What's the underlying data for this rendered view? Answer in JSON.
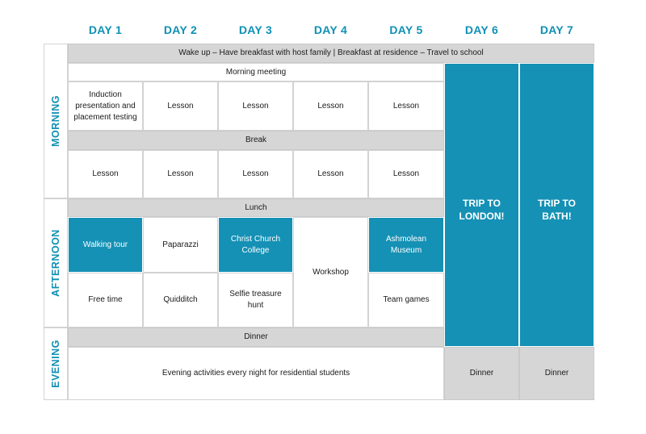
{
  "days": [
    "DAY 1",
    "DAY 2",
    "DAY 3",
    "DAY 4",
    "DAY 5",
    "DAY 6",
    "DAY 7"
  ],
  "periods": {
    "morning": "MORNING",
    "afternoon": "AFTERNOON",
    "evening": "EVENING"
  },
  "schedule": {
    "wake_up": "Wake up – Have breakfast with host family | Breakfast at residence – Travel to school",
    "morning_meeting": "Morning meeting",
    "morning_row1": [
      "Induction presentation and placement testing",
      "Lesson",
      "Lesson",
      "Lesson",
      "Lesson"
    ],
    "break": "Break",
    "morning_row2": [
      "Lesson",
      "Lesson",
      "Lesson",
      "Lesson",
      "Lesson"
    ],
    "lunch": "Lunch",
    "afternoon_row1": [
      "Walking tour",
      "Paparazzi",
      "Christ Church College",
      "Workshop",
      "Ashmolean Museum"
    ],
    "afternoon_row2": [
      "Free time",
      "Quidditch",
      "Selfie treasure hunt",
      "Team games"
    ],
    "dinner": "Dinner",
    "evening_activities": "Evening activities every night for residential students",
    "trip_day6": "TRIP TO LONDON!",
    "trip_day7": "TRIP TO BATH!",
    "dinner_day6": "Dinner",
    "dinner_day7": "Dinner"
  },
  "colors": {
    "accent": "#1591b5",
    "header_text": "#0f90b4",
    "gray_band": "#d6d6d6"
  }
}
